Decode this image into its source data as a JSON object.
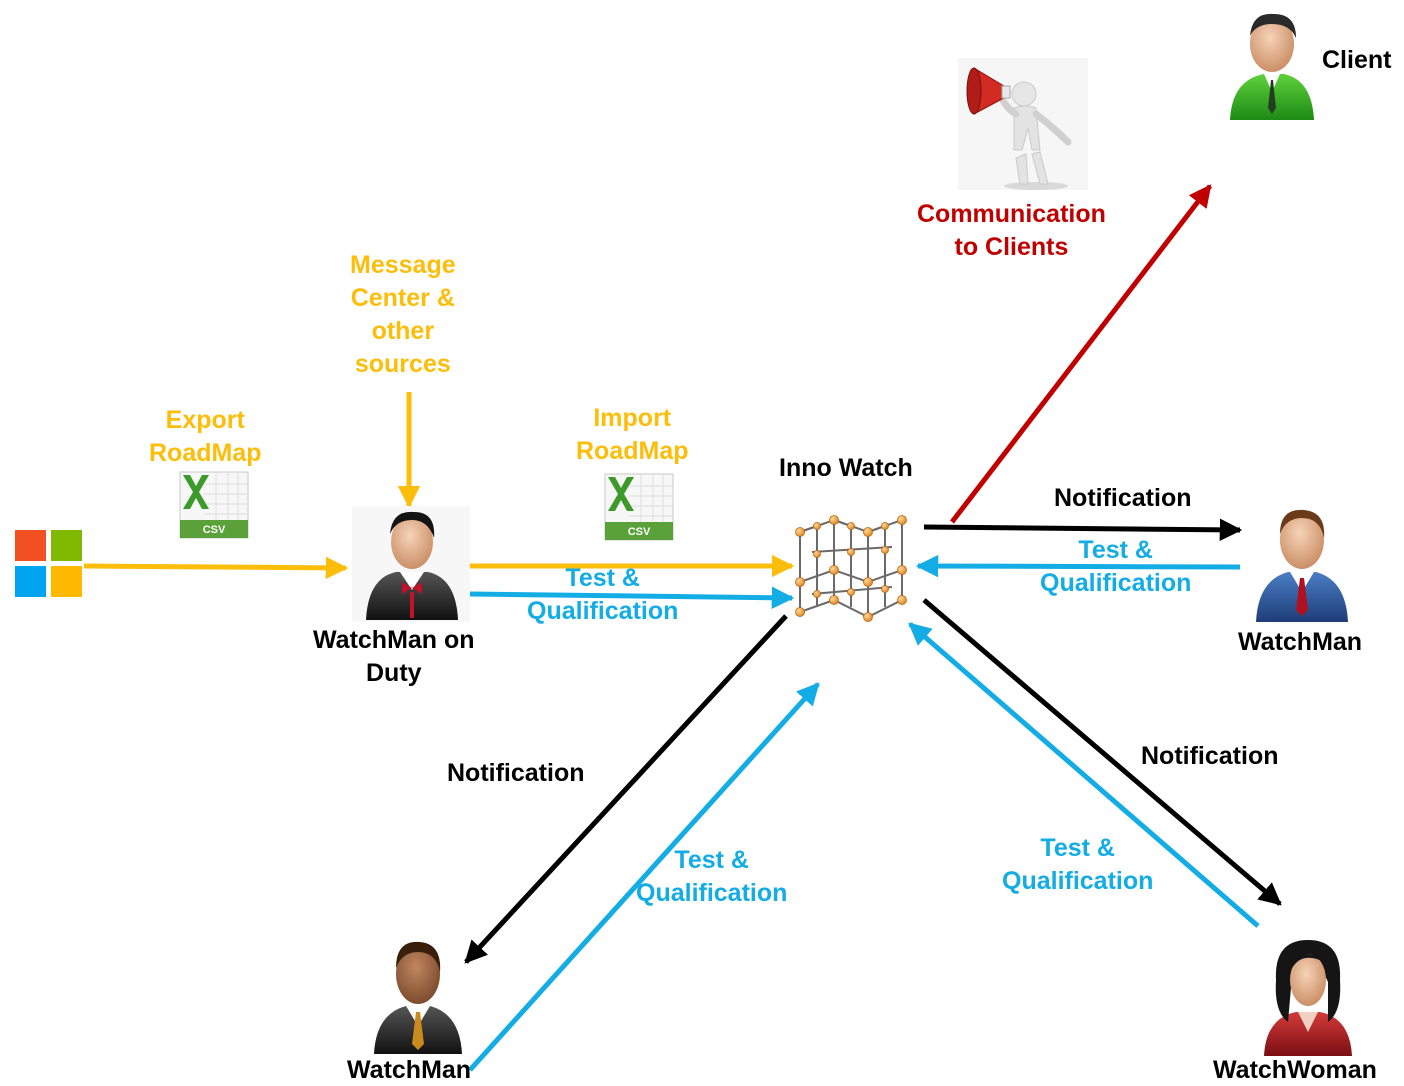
{
  "labels": {
    "client": "Client",
    "communication": "Communication\nto Clients",
    "message_center": "Message\nCenter &\nother\nsources",
    "export_roadmap": "Export\nRoadMap",
    "import_roadmap": "Import\nRoadMap",
    "inno_watch": "Inno Watch",
    "notification_right": "Notification",
    "test_right": "Test &\nQualification",
    "watchman_on_duty": "WatchMan on\nDuty",
    "test_center": "Test &\nQualification",
    "watchman_right": "WatchMan",
    "notification_lower_right": "Notification",
    "notification_lower_left": "Notification",
    "test_lower_left": "Test &\nQualification",
    "test_lower_right": "Test &\nQualification",
    "watchman_bottom": "WatchMan",
    "watchwoman": "WatchWoman",
    "csv_left": "CSV",
    "csv_center": "CSV"
  },
  "icons": {
    "microsoft": "microsoft-logo",
    "csv": "excel-csv-file-icon",
    "person": "person-avatar-icon",
    "megaphone": "megaphone-figure-icon",
    "network": "3d-grid-network-icon"
  },
  "colors": {
    "yellow": "#fcbe0b",
    "blue": "#13ace4",
    "red": "#c00000",
    "black": "#000000",
    "ms_red": "#f25022",
    "ms_green": "#7fba00",
    "ms_blue": "#00a4ef",
    "ms_yellow": "#ffb900"
  }
}
